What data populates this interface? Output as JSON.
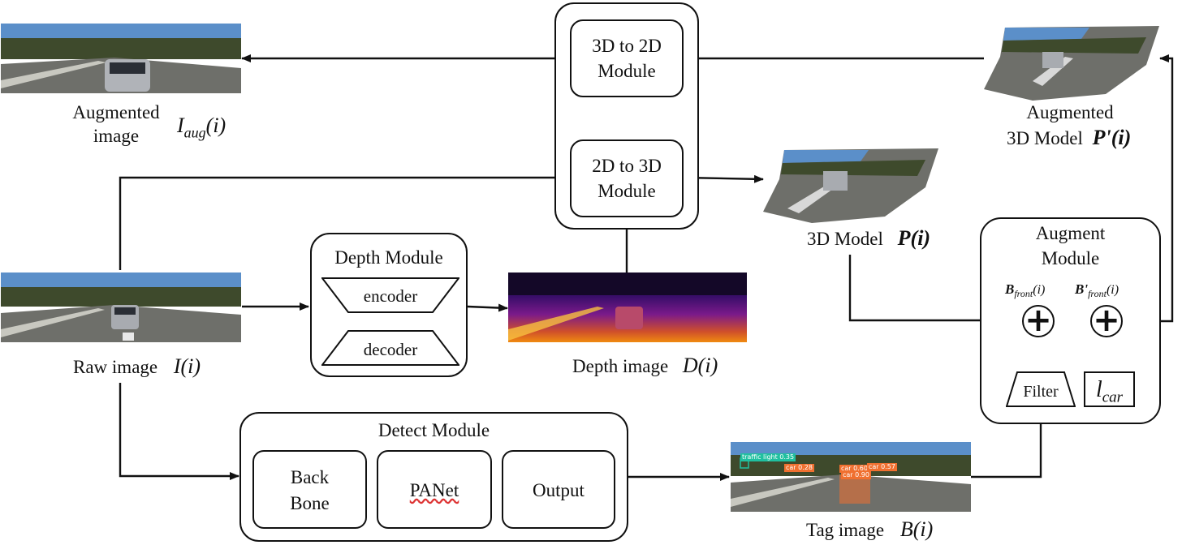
{
  "labels": {
    "augmented_image": [
      "Augmented",
      "image"
    ],
    "augmented_image_symbol_base": "I",
    "augmented_image_symbol_sub": "aug",
    "augmented_image_symbol_arg": "(i)",
    "augmented_3d_model": [
      "Augmented",
      "3D Model"
    ],
    "augmented_3d_model_symbol": "P'(i)",
    "raw_image": "Raw image",
    "raw_image_symbol": "I(i)",
    "model_3d": "3D Model",
    "model_3d_symbol": "P(i)",
    "depth_image": "Depth image",
    "depth_image_symbol": "D(i)",
    "tag_image": "Tag image",
    "tag_image_symbol": "B(i)"
  },
  "modules": {
    "to2d": [
      "3D to 2D",
      "Module"
    ],
    "to3d": [
      "2D to 3D",
      "Module"
    ],
    "depth": {
      "title": "Depth Module",
      "encoder": "encoder",
      "decoder": "decoder"
    },
    "detect": {
      "title": "Detect Module",
      "backbone": [
        "Back",
        "Bone"
      ],
      "panet": "PANet",
      "output": "Output"
    },
    "augment": {
      "title": [
        "Augment",
        "Module"
      ],
      "bfront_base": "B",
      "bfront_sub": "front",
      "bfront_arg": "(i)",
      "bprime_base": "B'",
      "bprime_sub": "front",
      "bprime_arg": "(i)",
      "filter": "Filter",
      "lcar_base": "l",
      "lcar_sub": "car"
    }
  },
  "tag_boxes": [
    "traffic light 0.35",
    "car 0.28",
    "car 0.60",
    "car 0.57",
    "car 0.90"
  ],
  "colors": {
    "sky": "#5b8fc9",
    "tree": "#3e4a2c",
    "road": "#6e6f6a",
    "depth_far": "#1a0a3a",
    "depth_mid": "#7a1a8a",
    "depth_near": "#f08a10",
    "tag_box": "#f07030"
  }
}
